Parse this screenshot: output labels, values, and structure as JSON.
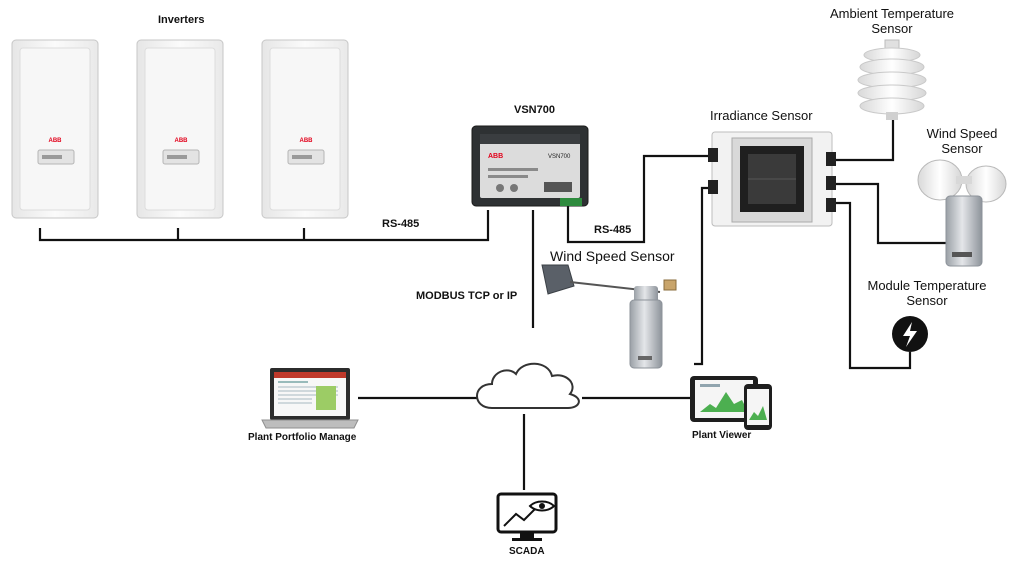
{
  "labels": {
    "inverters": "Inverters",
    "vsn700": "VSN700",
    "rs485_left": "RS-485",
    "rs485_right": "RS-485",
    "modbus": "MODBUS TCP or IP",
    "wind_speed_sensor_center": "Wind Speed Sensor",
    "irradiance_sensor": "Irradiance Sensor",
    "ambient_temp_line1": "Ambient Temperature",
    "ambient_temp_line2": "Sensor",
    "wind_speed_right_line1": "Wind Speed",
    "wind_speed_right_line2": "Sensor",
    "module_temp_line1": "Module Temperature",
    "module_temp_line2": "Sensor",
    "plant_portfolio": "Plant Portfolio Manage",
    "plant_viewer": "Plant Viewer",
    "scada": "SCADA"
  },
  "device_text": {
    "inverter_brand": "ABB",
    "vsn_brand": "ABB",
    "vsn_model": "VSN700"
  },
  "colors": {
    "line": "#111111",
    "inverter_body": "#f4f4f4",
    "abb_red": "#e2001a",
    "vsn_body": "#2e3133",
    "sensor_silver": "#c9ccd0",
    "cloud_stroke": "#333333"
  }
}
